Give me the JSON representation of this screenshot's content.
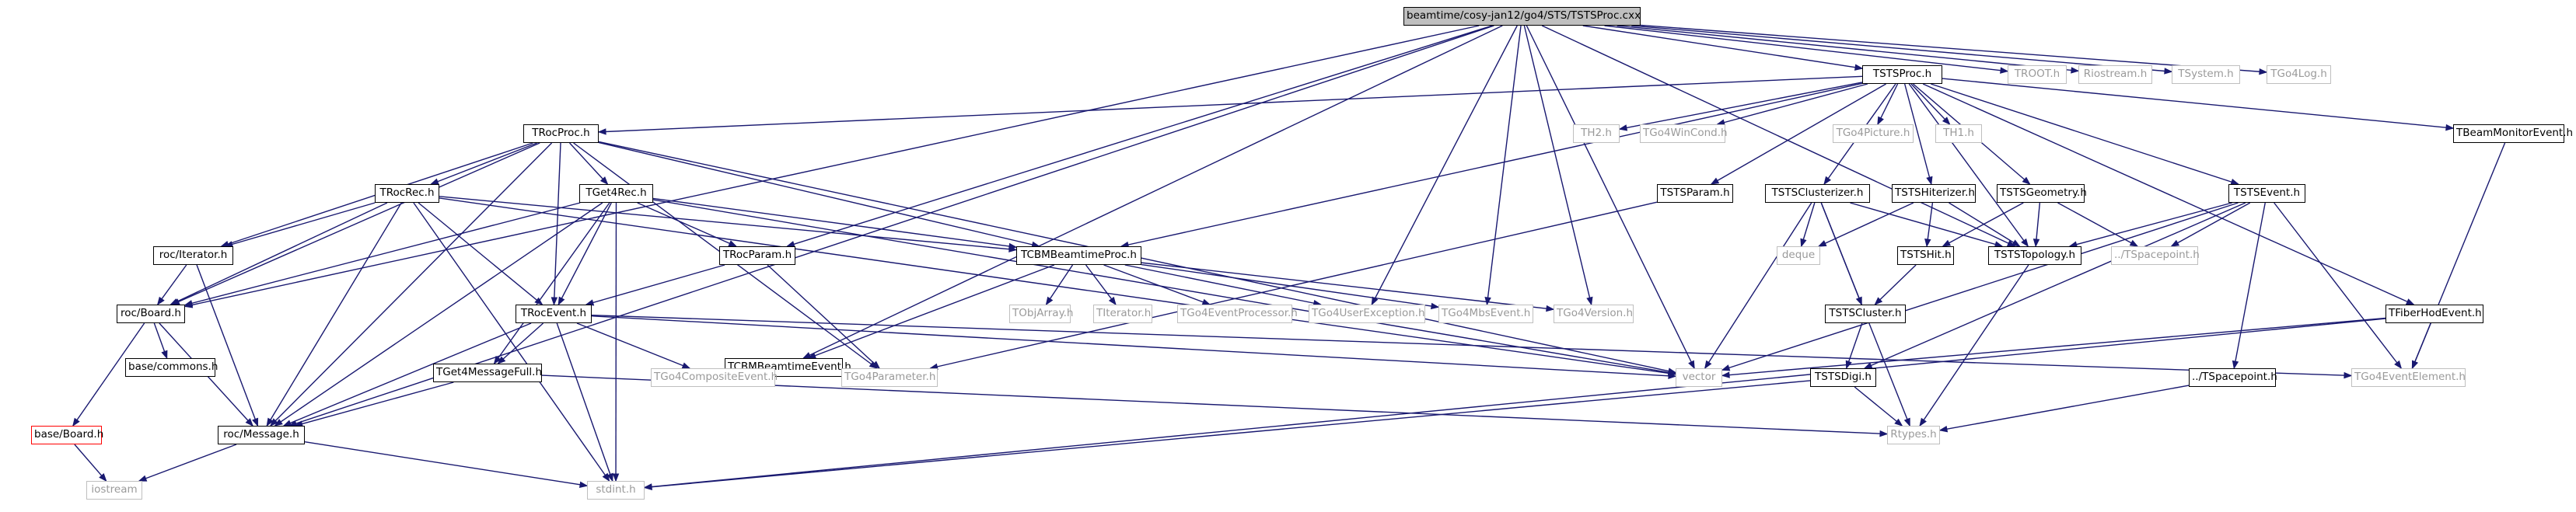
{
  "diagram": {
    "root_id": "root",
    "edge_color": "#191970",
    "nodes": [
      {
        "id": "root",
        "label": "beamtime/cosy-jan12/go4/STS/TSTSProc.cxx",
        "kind": "root"
      },
      {
        "id": "tstsproc",
        "label": "TSTSProc.h",
        "kind": "local"
      },
      {
        "id": "troot",
        "label": "TROOT.h",
        "kind": "external"
      },
      {
        "id": "riostream",
        "label": "Riostream.h",
        "kind": "external"
      },
      {
        "id": "tsystem",
        "label": "TSystem.h",
        "kind": "external"
      },
      {
        "id": "tgo4log",
        "label": "TGo4Log.h",
        "kind": "external"
      },
      {
        "id": "trocproc",
        "label": "TRocProc.h",
        "kind": "local"
      },
      {
        "id": "th2",
        "label": "TH2.h",
        "kind": "external"
      },
      {
        "id": "tgo4wincond",
        "label": "TGo4WinCond.h",
        "kind": "external"
      },
      {
        "id": "tgo4picture",
        "label": "TGo4Picture.h",
        "kind": "external"
      },
      {
        "id": "th1",
        "label": "TH1.h",
        "kind": "external"
      },
      {
        "id": "tbeammonitorevent",
        "label": "TBeamMonitorEvent.h",
        "kind": "local"
      },
      {
        "id": "troccrec",
        "label": "TRocRec.h",
        "kind": "local"
      },
      {
        "id": "tget4rec",
        "label": "TGet4Rec.h",
        "kind": "local"
      },
      {
        "id": "tstsparam",
        "label": "TSTSParam.h",
        "kind": "local"
      },
      {
        "id": "tstsclusterizer",
        "label": "TSTSClusterizer.h",
        "kind": "local"
      },
      {
        "id": "tstshiterizer",
        "label": "TSTSHiterizer.h",
        "kind": "local"
      },
      {
        "id": "tstsgeometry",
        "label": "TSTSGeometry.h",
        "kind": "local"
      },
      {
        "id": "tstsevent",
        "label": "TSTSEvent.h",
        "kind": "local"
      },
      {
        "id": "rociterator",
        "label": "roc/Iterator.h",
        "kind": "local"
      },
      {
        "id": "trocparam",
        "label": "TRocParam.h",
        "kind": "local"
      },
      {
        "id": "tcbmbeamtimeproc",
        "label": "TCBMBeamtimeProc.h",
        "kind": "local"
      },
      {
        "id": "deque",
        "label": "deque",
        "kind": "external"
      },
      {
        "id": "tstshit",
        "label": "TSTSHit.h",
        "kind": "local"
      },
      {
        "id": "tststopology",
        "label": "TSTSTopology.h",
        "kind": "local"
      },
      {
        "id": "tspacepoint1",
        "label": "../TSpacepoint.h",
        "kind": "external"
      },
      {
        "id": "rocboard",
        "label": "roc/Board.h",
        "kind": "local"
      },
      {
        "id": "troccevent",
        "label": "TRocEvent.h",
        "kind": "local"
      },
      {
        "id": "tobjarray",
        "label": "TObjArray.h",
        "kind": "external"
      },
      {
        "id": "titerator",
        "label": "TIterator.h",
        "kind": "external"
      },
      {
        "id": "tgo4eventprocessor",
        "label": "TGo4EventProcessor.h",
        "kind": "external"
      },
      {
        "id": "tgo4userexception",
        "label": "TGo4UserException.h",
        "kind": "external"
      },
      {
        "id": "tgo4mbsevent",
        "label": "TGo4MbsEvent.h",
        "kind": "external"
      },
      {
        "id": "tgo4version",
        "label": "TGo4Version.h",
        "kind": "external"
      },
      {
        "id": "tstscluster",
        "label": "TSTSCluster.h",
        "kind": "local"
      },
      {
        "id": "tfiberhodevent",
        "label": "TFiberHodEvent.h",
        "kind": "local"
      },
      {
        "id": "tcbmbeamtimeevent",
        "label": "TCBMBeamtimeEvent.h",
        "kind": "local"
      },
      {
        "id": "basecommons",
        "label": "base/commons.h",
        "kind": "local"
      },
      {
        "id": "tget4messagefull",
        "label": "TGet4MessageFull.h",
        "kind": "local"
      },
      {
        "id": "tgo4compositeevent",
        "label": "TGo4CompositeEvent.h",
        "kind": "external"
      },
      {
        "id": "tgo4parameter",
        "label": "TGo4Parameter.h",
        "kind": "external"
      },
      {
        "id": "vector",
        "label": "vector",
        "kind": "external"
      },
      {
        "id": "tstsdigi",
        "label": "TSTSDigi.h",
        "kind": "local"
      },
      {
        "id": "tspacepoint2",
        "label": "../TSpacepoint.h",
        "kind": "local"
      },
      {
        "id": "tgo4eventelement",
        "label": "TGo4EventElement.h",
        "kind": "external"
      },
      {
        "id": "baseboard",
        "label": "base/Board.h",
        "kind": "missing"
      },
      {
        "id": "rocmessage",
        "label": "roc/Message.h",
        "kind": "local"
      },
      {
        "id": "rtypes",
        "label": "Rtypes.h",
        "kind": "external"
      },
      {
        "id": "iostream",
        "label": "iostream",
        "kind": "external"
      },
      {
        "id": "stdint",
        "label": "stdint.h",
        "kind": "external"
      }
    ],
    "edges": [
      [
        "root",
        "tstsproc"
      ],
      [
        "root",
        "troot"
      ],
      [
        "root",
        "riostream"
      ],
      [
        "root",
        "tsystem"
      ],
      [
        "root",
        "tgo4log"
      ],
      [
        "root",
        "trocparam"
      ],
      [
        "root",
        "tcbmbeamtimeevent"
      ],
      [
        "root",
        "tgo4userexception"
      ],
      [
        "root",
        "tgo4mbsevent"
      ],
      [
        "root",
        "tgo4version"
      ],
      [
        "root",
        "vector"
      ],
      [
        "root",
        "rocboard"
      ],
      [
        "root",
        "rocmessage"
      ],
      [
        "root",
        "tststopology"
      ],
      [
        "tstsproc",
        "trocproc"
      ],
      [
        "tstsproc",
        "th2"
      ],
      [
        "tstsproc",
        "tgo4wincond"
      ],
      [
        "tstsproc",
        "tgo4picture"
      ],
      [
        "tstsproc",
        "th1"
      ],
      [
        "tstsproc",
        "tbeammonitorevent"
      ],
      [
        "tstsproc",
        "tstsparam"
      ],
      [
        "tstsproc",
        "tstsclusterizer"
      ],
      [
        "tstsproc",
        "tstshiterizer"
      ],
      [
        "tstsproc",
        "tstsgeometry"
      ],
      [
        "tstsproc",
        "tstsevent"
      ],
      [
        "tstsproc",
        "tfiberhodevent"
      ],
      [
        "tstsproc",
        "tststopology"
      ],
      [
        "tstsproc",
        "tcbmbeamtimeproc"
      ],
      [
        "trocproc",
        "troccrec"
      ],
      [
        "trocproc",
        "tget4rec"
      ],
      [
        "trocproc",
        "rociterator"
      ],
      [
        "trocproc",
        "rocboard"
      ],
      [
        "trocproc",
        "troccevent"
      ],
      [
        "trocproc",
        "tcbmbeamtimeproc"
      ],
      [
        "trocproc",
        "rocmessage"
      ],
      [
        "trocproc",
        "vector"
      ],
      [
        "trocproc",
        "tgo4parameter"
      ],
      [
        "troccrec",
        "rociterator"
      ],
      [
        "troccrec",
        "rocboard"
      ],
      [
        "troccrec",
        "troccevent"
      ],
      [
        "troccrec",
        "tcbmbeamtimeproc"
      ],
      [
        "troccrec",
        "rocmessage"
      ],
      [
        "troccrec",
        "stdint"
      ],
      [
        "troccrec",
        "vector"
      ],
      [
        "tget4rec",
        "trocparam"
      ],
      [
        "tget4rec",
        "troccevent"
      ],
      [
        "tget4rec",
        "tget4messagefull"
      ],
      [
        "tget4rec",
        "tcbmbeamtimeproc"
      ],
      [
        "tget4rec",
        "rocboard"
      ],
      [
        "tget4rec",
        "rocmessage"
      ],
      [
        "tget4rec",
        "stdint"
      ],
      [
        "tget4rec",
        "vector"
      ],
      [
        "rociterator",
        "rocboard"
      ],
      [
        "rociterator",
        "rocmessage"
      ],
      [
        "rocboard",
        "basecommons"
      ],
      [
        "rocboard",
        "baseboard"
      ],
      [
        "rocboard",
        "rocmessage"
      ],
      [
        "baseboard",
        "iostream"
      ],
      [
        "rocmessage",
        "iostream"
      ],
      [
        "rocmessage",
        "stdint"
      ],
      [
        "trocparam",
        "troccevent"
      ],
      [
        "trocparam",
        "tgo4parameter"
      ],
      [
        "troccevent",
        "tget4messagefull"
      ],
      [
        "troccevent",
        "rocmessage"
      ],
      [
        "troccevent",
        "stdint"
      ],
      [
        "troccevent",
        "tgo4compositeevent"
      ],
      [
        "troccevent",
        "vector"
      ],
      [
        "troccevent",
        "tgo4eventelement"
      ],
      [
        "tget4messagefull",
        "rocmessage"
      ],
      [
        "tget4messagefull",
        "rtypes"
      ],
      [
        "tcbmbeamtimeproc",
        "tcbmbeamtimeevent"
      ],
      [
        "tcbmbeamtimeproc",
        "tobjarray"
      ],
      [
        "tcbmbeamtimeproc",
        "titerator"
      ],
      [
        "tcbmbeamtimeproc",
        "tgo4eventprocessor"
      ],
      [
        "tcbmbeamtimeproc",
        "tgo4userexception"
      ],
      [
        "tcbmbeamtimeproc",
        "tgo4mbsevent"
      ],
      [
        "tcbmbeamtimeproc",
        "tgo4version"
      ],
      [
        "tcbmbeamtimeevent",
        "tgo4compositeevent"
      ],
      [
        "tcbmbeamtimeevent",
        "tgo4parameter"
      ],
      [
        "tstsparam",
        "tgo4parameter"
      ],
      [
        "tstsclusterizer",
        "deque"
      ],
      [
        "tstsclusterizer",
        "tststopology"
      ],
      [
        "tstsclusterizer",
        "tstscluster"
      ],
      [
        "tstsclusterizer",
        "vector"
      ],
      [
        "tstsclusterizer",
        "rtypes"
      ],
      [
        "tstshiterizer",
        "deque"
      ],
      [
        "tstshiterizer",
        "tstshit"
      ],
      [
        "tstshiterizer",
        "tststopology"
      ],
      [
        "tstsgeometry",
        "tstshit"
      ],
      [
        "tstsgeometry",
        "tststopology"
      ],
      [
        "tstsgeometry",
        "tspacepoint1"
      ],
      [
        "tstshit",
        "tstscluster"
      ],
      [
        "tstscluster",
        "tstsdigi"
      ],
      [
        "tststopology",
        "rtypes"
      ],
      [
        "tstsevent",
        "tststopology"
      ],
      [
        "tstsevent",
        "tspacepoint1"
      ],
      [
        "tstsevent",
        "tstsdigi"
      ],
      [
        "tstsevent",
        "tspacepoint2"
      ],
      [
        "tstsevent",
        "tgo4eventelement"
      ],
      [
        "tstsevent",
        "vector"
      ],
      [
        "tfiberhodevent",
        "vector"
      ],
      [
        "tfiberhodevent",
        "tgo4eventelement"
      ],
      [
        "tfiberhodevent",
        "stdint"
      ],
      [
        "tbeammonitorevent",
        "tgo4eventelement"
      ],
      [
        "tstsdigi",
        "rtypes"
      ],
      [
        "tstsdigi",
        "stdint"
      ],
      [
        "tspacepoint2",
        "rtypes"
      ]
    ]
  }
}
